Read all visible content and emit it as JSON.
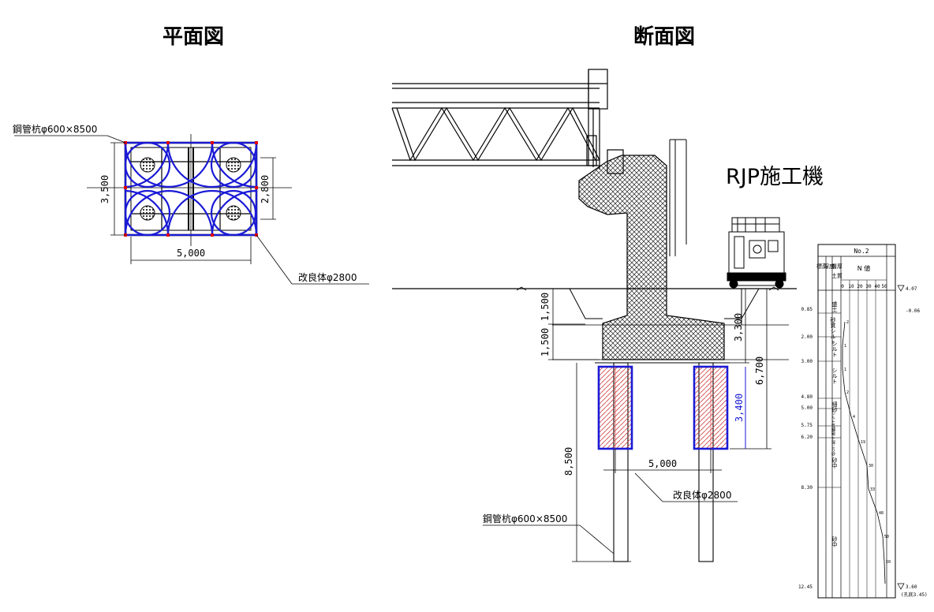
{
  "titles": {
    "plan": "平面図",
    "section": "断面図",
    "machine": "RJP施工機"
  },
  "plan_labels": {
    "pile": "鋼管杭φ600×8500",
    "improved": "改良体φ2800",
    "width": "5,000",
    "height_outer": "3,500",
    "height_inner": "2,800"
  },
  "section_labels": {
    "d_top": "1,500",
    "d_mid": "1,500",
    "d_ground": "3,300",
    "d_total": "6,700",
    "d_improved": "3,400",
    "d_pile": "8,500",
    "spacing": "5,000",
    "improved": "改良体φ2800",
    "pile": "鋼管杭φ600×8500"
  },
  "boring": {
    "header": "No.2",
    "col_labels": [
      "標高",
      "深度",
      "層厚",
      "土質"
    ],
    "n_value_label": "N 値",
    "scale": [
      "0",
      "10",
      "20",
      "30",
      "40",
      "50"
    ],
    "water_top": "4.07",
    "water_side": "-0.06",
    "bottom_level": "3.60",
    "bottom_note": "(孔底3.45)",
    "depths": [
      "0.85",
      "2.00",
      "3.00",
      "4.80",
      "5.00",
      "5.75",
      "6.20",
      "8.30",
      "12.45"
    ],
    "layers": [
      "盛土",
      "砂質シルト",
      "シルト",
      "シルト",
      "細砂",
      "シルト質細砂",
      "シルト混じり砂",
      "砂中",
      "砂中"
    ],
    "n_values": [
      "2",
      "1",
      "1",
      "2",
      "4",
      "19",
      "30",
      "33",
      "48",
      "50",
      "50"
    ]
  }
}
